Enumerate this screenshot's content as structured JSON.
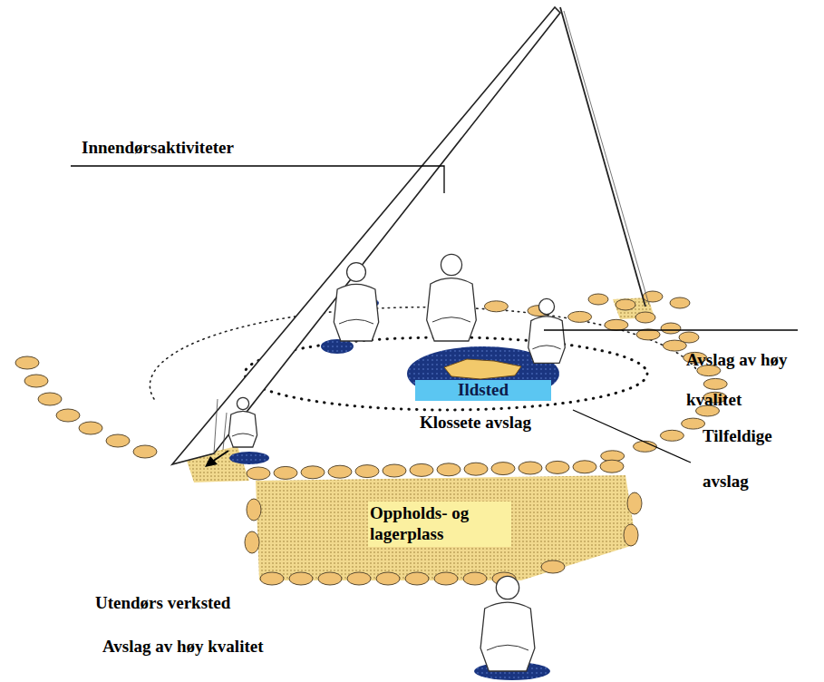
{
  "diagram": {
    "nodes": [
      {
        "text": [
          "Ildsted"
        ]
      },
      {
        "text": [
          "Oppholds- og lagerplass"
        ]
      }
    ],
    "labels": [
      "Innendørsaktiviteter",
      "Avslag av høy kvalitet",
      "Klossete avslag",
      "Tilfeldige avslag",
      "Utendørs verksted",
      "Avslag av høy kvalitet"
    ]
  }
}
